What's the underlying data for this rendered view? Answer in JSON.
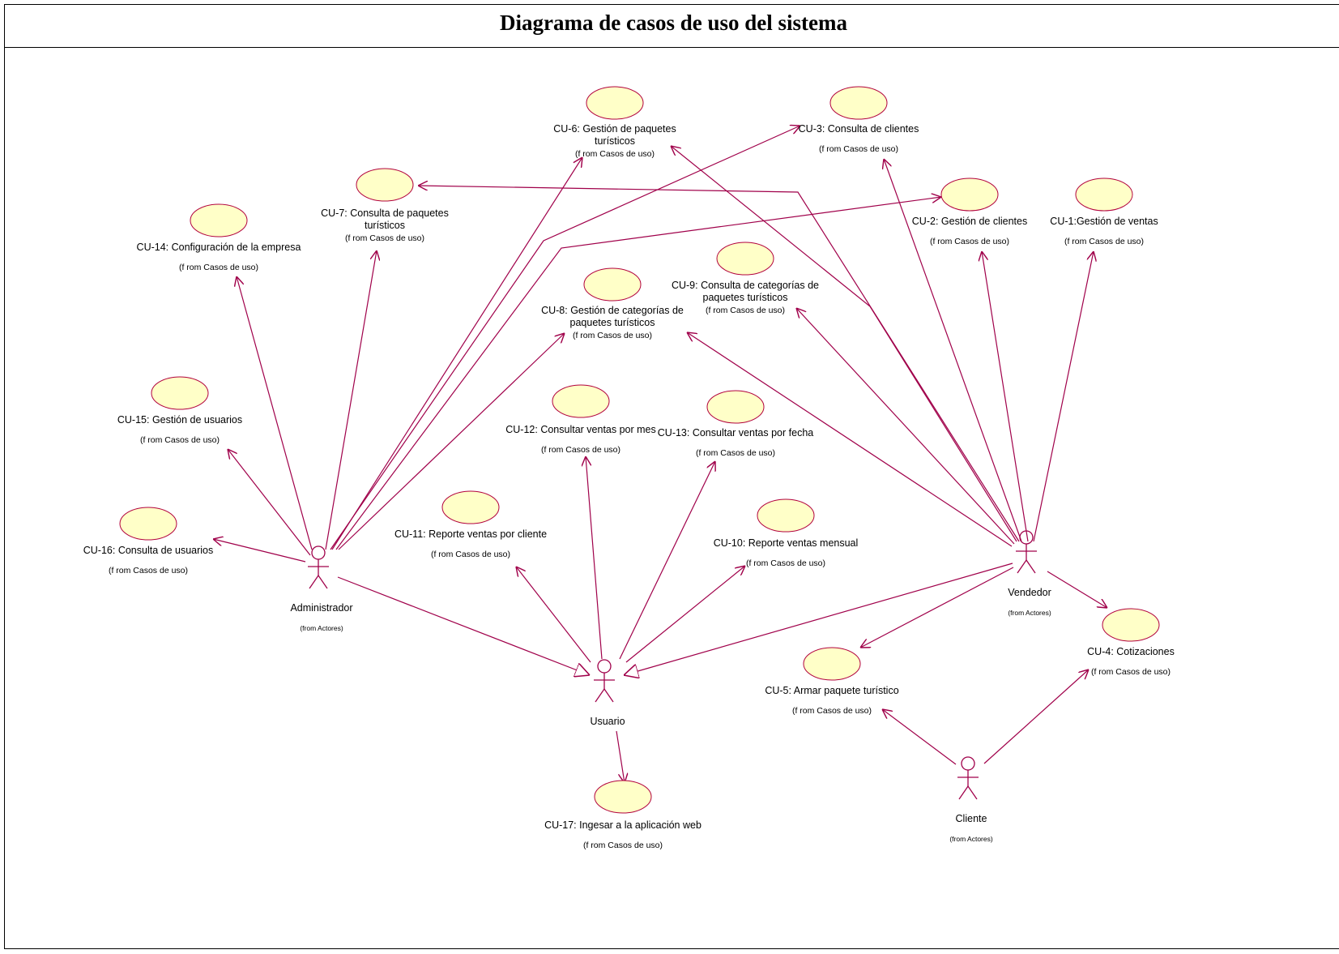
{
  "diagram": {
    "title": "Diagrama de casos de uso del sistema",
    "colors": {
      "usecase_fill": "#ffffc8",
      "line": "#a0004a"
    },
    "use_cases": [
      {
        "id": "cu6",
        "lines": [
          "CU-6: Gestión de paquetes",
          "turísticos"
        ],
        "from": "(f rom Casos de uso)"
      },
      {
        "id": "cu3",
        "lines": [
          "CU-3: Consulta de clientes"
        ],
        "from": "(f rom Casos de uso)"
      },
      {
        "id": "cu7",
        "lines": [
          "CU-7: Consulta de paquetes",
          "turísticos"
        ],
        "from": "(f rom Casos de uso)"
      },
      {
        "id": "cu2",
        "lines": [
          "CU-2: Gestión de clientes"
        ],
        "from": "(f rom Casos de uso)"
      },
      {
        "id": "cu1",
        "lines": [
          "CU-1:Gestión de ventas"
        ],
        "from": "(f rom Casos de uso)"
      },
      {
        "id": "cu14",
        "lines": [
          "CU-14: Configuración de la empresa"
        ],
        "from": "(f rom Casos de uso)"
      },
      {
        "id": "cu9",
        "lines": [
          "CU-9: Consulta de categorías de",
          "paquetes turísticos"
        ],
        "from": "(f rom Casos de uso)"
      },
      {
        "id": "cu8",
        "lines": [
          "CU-8: Gestión de categorías de",
          "paquetes turísticos"
        ],
        "from": "(f rom Casos de uso)"
      },
      {
        "id": "cu15",
        "lines": [
          "CU-15: Gestión de usuarios"
        ],
        "from": "(f rom Casos de uso)"
      },
      {
        "id": "cu12",
        "lines": [
          "CU-12: Consultar ventas por mes"
        ],
        "from": "(f rom Casos de uso)"
      },
      {
        "id": "cu13",
        "lines": [
          "CU-13: Consultar ventas por fecha"
        ],
        "from": "(f rom Casos de uso)"
      },
      {
        "id": "cu11",
        "lines": [
          "CU-11: Reporte ventas por cliente"
        ],
        "from": "(f rom Casos de uso)"
      },
      {
        "id": "cu10",
        "lines": [
          "CU-10: Reporte ventas mensual"
        ],
        "from": "(f rom Casos de uso)"
      },
      {
        "id": "cu16",
        "lines": [
          "CU-16: Consulta de usuarios"
        ],
        "from": "(f rom Casos de uso)"
      },
      {
        "id": "cu4",
        "lines": [
          "CU-4: Cotizaciones"
        ],
        "from": "(f rom Casos de uso)"
      },
      {
        "id": "cu5",
        "lines": [
          "CU-5: Armar paquete turístico"
        ],
        "from": "(f rom Casos de uso)"
      },
      {
        "id": "cu17",
        "lines": [
          "CU-17: Ingesar a  la aplicación web"
        ],
        "from": "(f rom Casos de uso)"
      }
    ],
    "actors": [
      {
        "id": "administrador",
        "name": "Administrador",
        "from": "(from Actores)"
      },
      {
        "id": "vendedor",
        "name": "Vendedor",
        "from": "(from Actores)"
      },
      {
        "id": "usuario",
        "name": "Usuario",
        "from": ""
      },
      {
        "id": "cliente",
        "name": "Cliente",
        "from": "(from Actores)"
      }
    ],
    "associations": [
      {
        "from": "administrador",
        "to": "cu14"
      },
      {
        "from": "administrador",
        "to": "cu7"
      },
      {
        "from": "administrador",
        "to": "cu6"
      },
      {
        "from": "administrador",
        "to": "cu3"
      },
      {
        "from": "administrador",
        "to": "cu2"
      },
      {
        "from": "administrador",
        "to": "cu8"
      },
      {
        "from": "administrador",
        "to": "cu15"
      },
      {
        "from": "administrador",
        "to": "cu16"
      },
      {
        "from": "vendedor",
        "to": "cu6"
      },
      {
        "from": "vendedor",
        "to": "cu7"
      },
      {
        "from": "vendedor",
        "to": "cu3"
      },
      {
        "from": "vendedor",
        "to": "cu2"
      },
      {
        "from": "vendedor",
        "to": "cu1"
      },
      {
        "from": "vendedor",
        "to": "cu9"
      },
      {
        "from": "vendedor",
        "to": "cu8"
      },
      {
        "from": "vendedor",
        "to": "cu5"
      },
      {
        "from": "vendedor",
        "to": "cu4"
      },
      {
        "from": "usuario",
        "to": "cu11"
      },
      {
        "from": "usuario",
        "to": "cu12"
      },
      {
        "from": "usuario",
        "to": "cu13"
      },
      {
        "from": "usuario",
        "to": "cu10"
      },
      {
        "from": "usuario",
        "to": "cu17"
      },
      {
        "from": "cliente",
        "to": "cu5"
      },
      {
        "from": "cliente",
        "to": "cu4"
      }
    ],
    "generalizations": [
      {
        "from": "administrador",
        "to": "usuario"
      },
      {
        "from": "vendedor",
        "to": "usuario"
      }
    ]
  }
}
